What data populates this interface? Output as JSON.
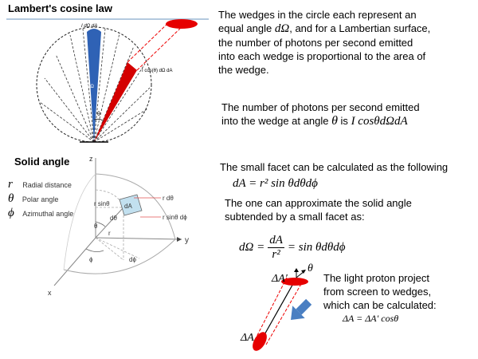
{
  "section1": {
    "title": "Lambert's cosine law",
    "para1": {
      "line1": "The wedges in the circle each represent an",
      "line2_pre": "equal angle",
      "line2_math": "dΩ",
      "line2_post": ", and for a Lambertian surface,",
      "line3": "the number of photons per second emitted",
      "line4": "into each wedge is proportional to the area of",
      "line5": "the wedge."
    },
    "para2": {
      "line1": "The number of photons per second emitted",
      "line2_pre": "into the wedge at angle",
      "line2_math_theta": "θ",
      "line2_is": "is",
      "line2_math": "I cosθdΩdA"
    },
    "diagram": {
      "top_label": "I dΩ dA",
      "side_label": "I cos(θ) dΩ dA",
      "theta_label": "θ",
      "dA_label": "dA",
      "dOmega_label": "dΩ"
    }
  },
  "section2": {
    "title": "Solid angle",
    "legend": [
      {
        "symbol": "r",
        "text": "Radial distance"
      },
      {
        "symbol": "θ",
        "text": "Polar angle"
      },
      {
        "symbol": "ϕ",
        "text": "Azimuthal angle"
      }
    ],
    "diagram": {
      "axis_z": "z",
      "axis_y": "y",
      "axis_x": "x",
      "r_sin_theta": "r sinθ",
      "d_theta": "dθ",
      "theta": "θ",
      "r": "r",
      "phi": "ϕ",
      "d_phi": "dϕ",
      "dA": "dA",
      "r_dtheta": "r dθ",
      "r_sin_theta_dphi": "r sinθ dϕ"
    },
    "text1": "The small facet can be calculated as the following",
    "eq1": "dA = r² sin θdθdϕ",
    "text2_line1": "The one can approximate the solid angle",
    "text2_line2": "subtended by a small facet as:",
    "eq2_lhs": "dΩ =",
    "eq2_num": "dA",
    "eq2_den": "r²",
    "eq2_rhs": "= sin θdθdϕ",
    "projection": {
      "delta_A_prime": "ΔA′",
      "theta_label": "θ",
      "text_line1": "The light proton project",
      "text_line2": "from screen to wedges,",
      "text_line3": "which can be calculated:",
      "eq": "ΔA = ΔA′ cosθ",
      "delta_A": "ΔA"
    }
  }
}
